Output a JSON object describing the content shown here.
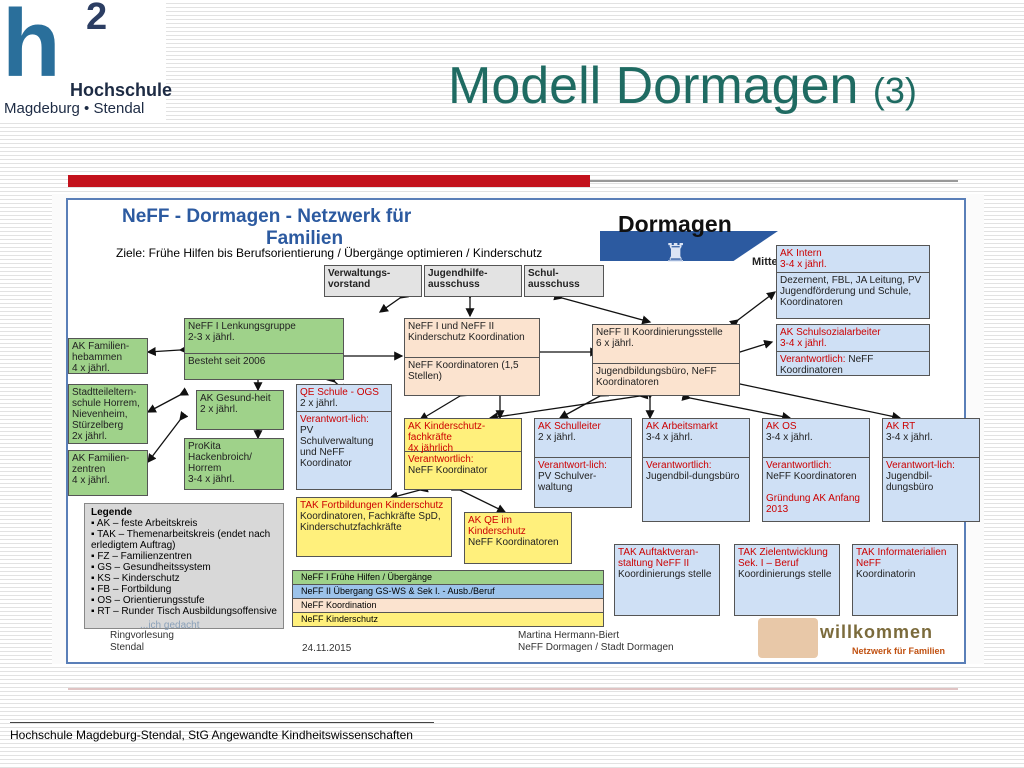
{
  "header": {
    "logo": {
      "letter": "h",
      "superscript": "2",
      "name": "Hochschule",
      "location": "Magdeburg • Stendal"
    },
    "title": "Modell Dormagen",
    "title_number": "(3)"
  },
  "slide": {
    "title_line1": "NeFF - Dormagen - Netzwerk für",
    "title_line2": "Familien",
    "subtitle": "Ziele: Frühe Hilfen bis Berufsorientierung / Übergänge optimieren / Kinderschutz",
    "city": "Dormagen",
    "city_tagline": "Mitten im Leben",
    "top_boxes": [
      "Verwaltungs-vorstand",
      "Jugendhilfe-ausschuss",
      "Schul-ausschuss"
    ],
    "boxes": {
      "ak_intern": {
        "title": "AK Intern",
        "freq": "3-4 x jährl.",
        "body": "Dezernent, FBL, JA Leitung, PV Jugendförderung und Schule, Koordinatoren"
      },
      "ak_ssa": {
        "title": "AK Schulsozialarbeiter",
        "freq": "3-4 x jährl.",
        "resp_label": "Verantwortlich:",
        "resp": "NeFF Koordinatoren"
      },
      "neff1_lenk": {
        "title": "NeFF I Lenkungsgruppe",
        "freq": "2-3 x jährl.",
        "body": "Besteht seit 2006"
      },
      "neff_kinderschutz": {
        "title": "NeFF I und NeFF II Kinderschutz Koordination",
        "body": "NeFF Koordinatoren (1,5 Stellen)"
      },
      "neff2_koord": {
        "title": "NeFF II Koordinierungsstelle",
        "freq": "6 x jährl.",
        "body": "Jugendbildungsbüro, NeFF Koordinatoren"
      },
      "ak_fam_heb": {
        "title": "AK Familien-hebammen",
        "freq": "4 x jährl."
      },
      "stadtteil": {
        "title": "Stadtteileltern-schule Horrem, Nievenheim, Stürzelberg",
        "freq": "2x jährl."
      },
      "ak_fam_zentren": {
        "title": "AK Familien-zentren",
        "freq": "4 x jährl."
      },
      "ak_gesund": {
        "title": "AK Gesund-heit",
        "freq": "2 x jährl."
      },
      "prokita": {
        "title": "ProKita Hackenbroich/ Horrem",
        "freq": "3-4 x jährl."
      },
      "qe_schule": {
        "title": "QE Schule - OGS",
        "freq": "2 x jährl.",
        "resp_label": "Verantwort-lich:",
        "resp": "PV Schulverwaltung und NeFF Koordinator"
      },
      "ak_ksf": {
        "title": "AK Kinderschutz-fachkräfte",
        "freq": "4x jährlich",
        "resp_label": "Verantwortlich:",
        "resp": "NeFF Koordinator"
      },
      "ak_schulleiter": {
        "title": "AK Schulleiter",
        "freq": "2 x jährl.",
        "resp_label": "Verantwort-lich:",
        "resp": "PV Schulver-waltung"
      },
      "ak_arbeitsmarkt": {
        "title": "AK Arbeitsmarkt",
        "freq": "3-4 x jährl.",
        "resp_label": "Verantwortlich:",
        "resp": "Jugendbil-dungsbüro"
      },
      "ak_os": {
        "title": "AK OS",
        "freq": "3-4 x jährl.",
        "resp_label": "Verantwortlich:",
        "resp": "NeFF Koordinatoren",
        "note": "Gründung AK Anfang 2013"
      },
      "ak_rt": {
        "title": "AK RT",
        "freq": "3-4 x jährl.",
        "resp_label": "Verantwort-lich:",
        "resp": "Jugendbil-dungsbüro"
      },
      "tak_fortbildung": {
        "title": "TAK Fortbildungen Kinderschutz",
        "body": "Koordinatoren, Fachkräfte SpD, Kinderschutzfachkräfte"
      },
      "ak_qe_ks": {
        "title": "AK QE im Kinderschutz",
        "body": "NeFF Koordinatoren"
      },
      "tak_auftakt": {
        "title": "TAK Auftaktveran-staltung NeFF II",
        "body": "Koordinierungs stelle"
      },
      "tak_ziel": {
        "title": "TAK Zielentwicklung Sek. I – Beruf",
        "body": "Koordinierungs stelle"
      },
      "tak_info": {
        "title": "TAK Informaterialien NeFF",
        "body": "Koordinatorin"
      }
    },
    "legend": {
      "title": "Legende",
      "items": [
        "AK – feste Arbeitskreis",
        "TAK – Themenarbeitskreis (endet nach erledigtem Auftrag)",
        "FZ – Familienzentren",
        "GS – Gesundheitssystem",
        "KS – Kinderschutz",
        "FB – Fortbildung",
        "OS – Orientierungsstufe",
        "RT – Runder Tisch Ausbildungsoffensive"
      ]
    },
    "color_strip": [
      "NeFF I Frühe Hilfen / Übergänge",
      "NeFF II Übergang GS-WS & Sek I. - Ausb./Beruf",
      "NeFF Koordination",
      "NeFF Kinderschutz"
    ],
    "watermark": "...ich gedacht",
    "footer_left": [
      "Ringvorlesung",
      "Stendal"
    ],
    "footer_date": "24.11.2015",
    "footer_right": [
      "Martina Hermann-Biert",
      "NeFF Dormagen / Stadt Dormagen"
    ],
    "welcome": "willkommen",
    "welcome_sub": "Netzwerk für Familien"
  },
  "footer": "Hochschule Magdeburg-Stendal, StG Angewandte Kindheitswissenschaften",
  "colors": {
    "title": "#1f6b62",
    "accent_red": "#c3121c",
    "slide_blue": "#2c5aa0",
    "green": "#9fd28a",
    "peach": "#fbe3cf",
    "blue": "#cfe0f5",
    "yellow": "#fff07c"
  }
}
